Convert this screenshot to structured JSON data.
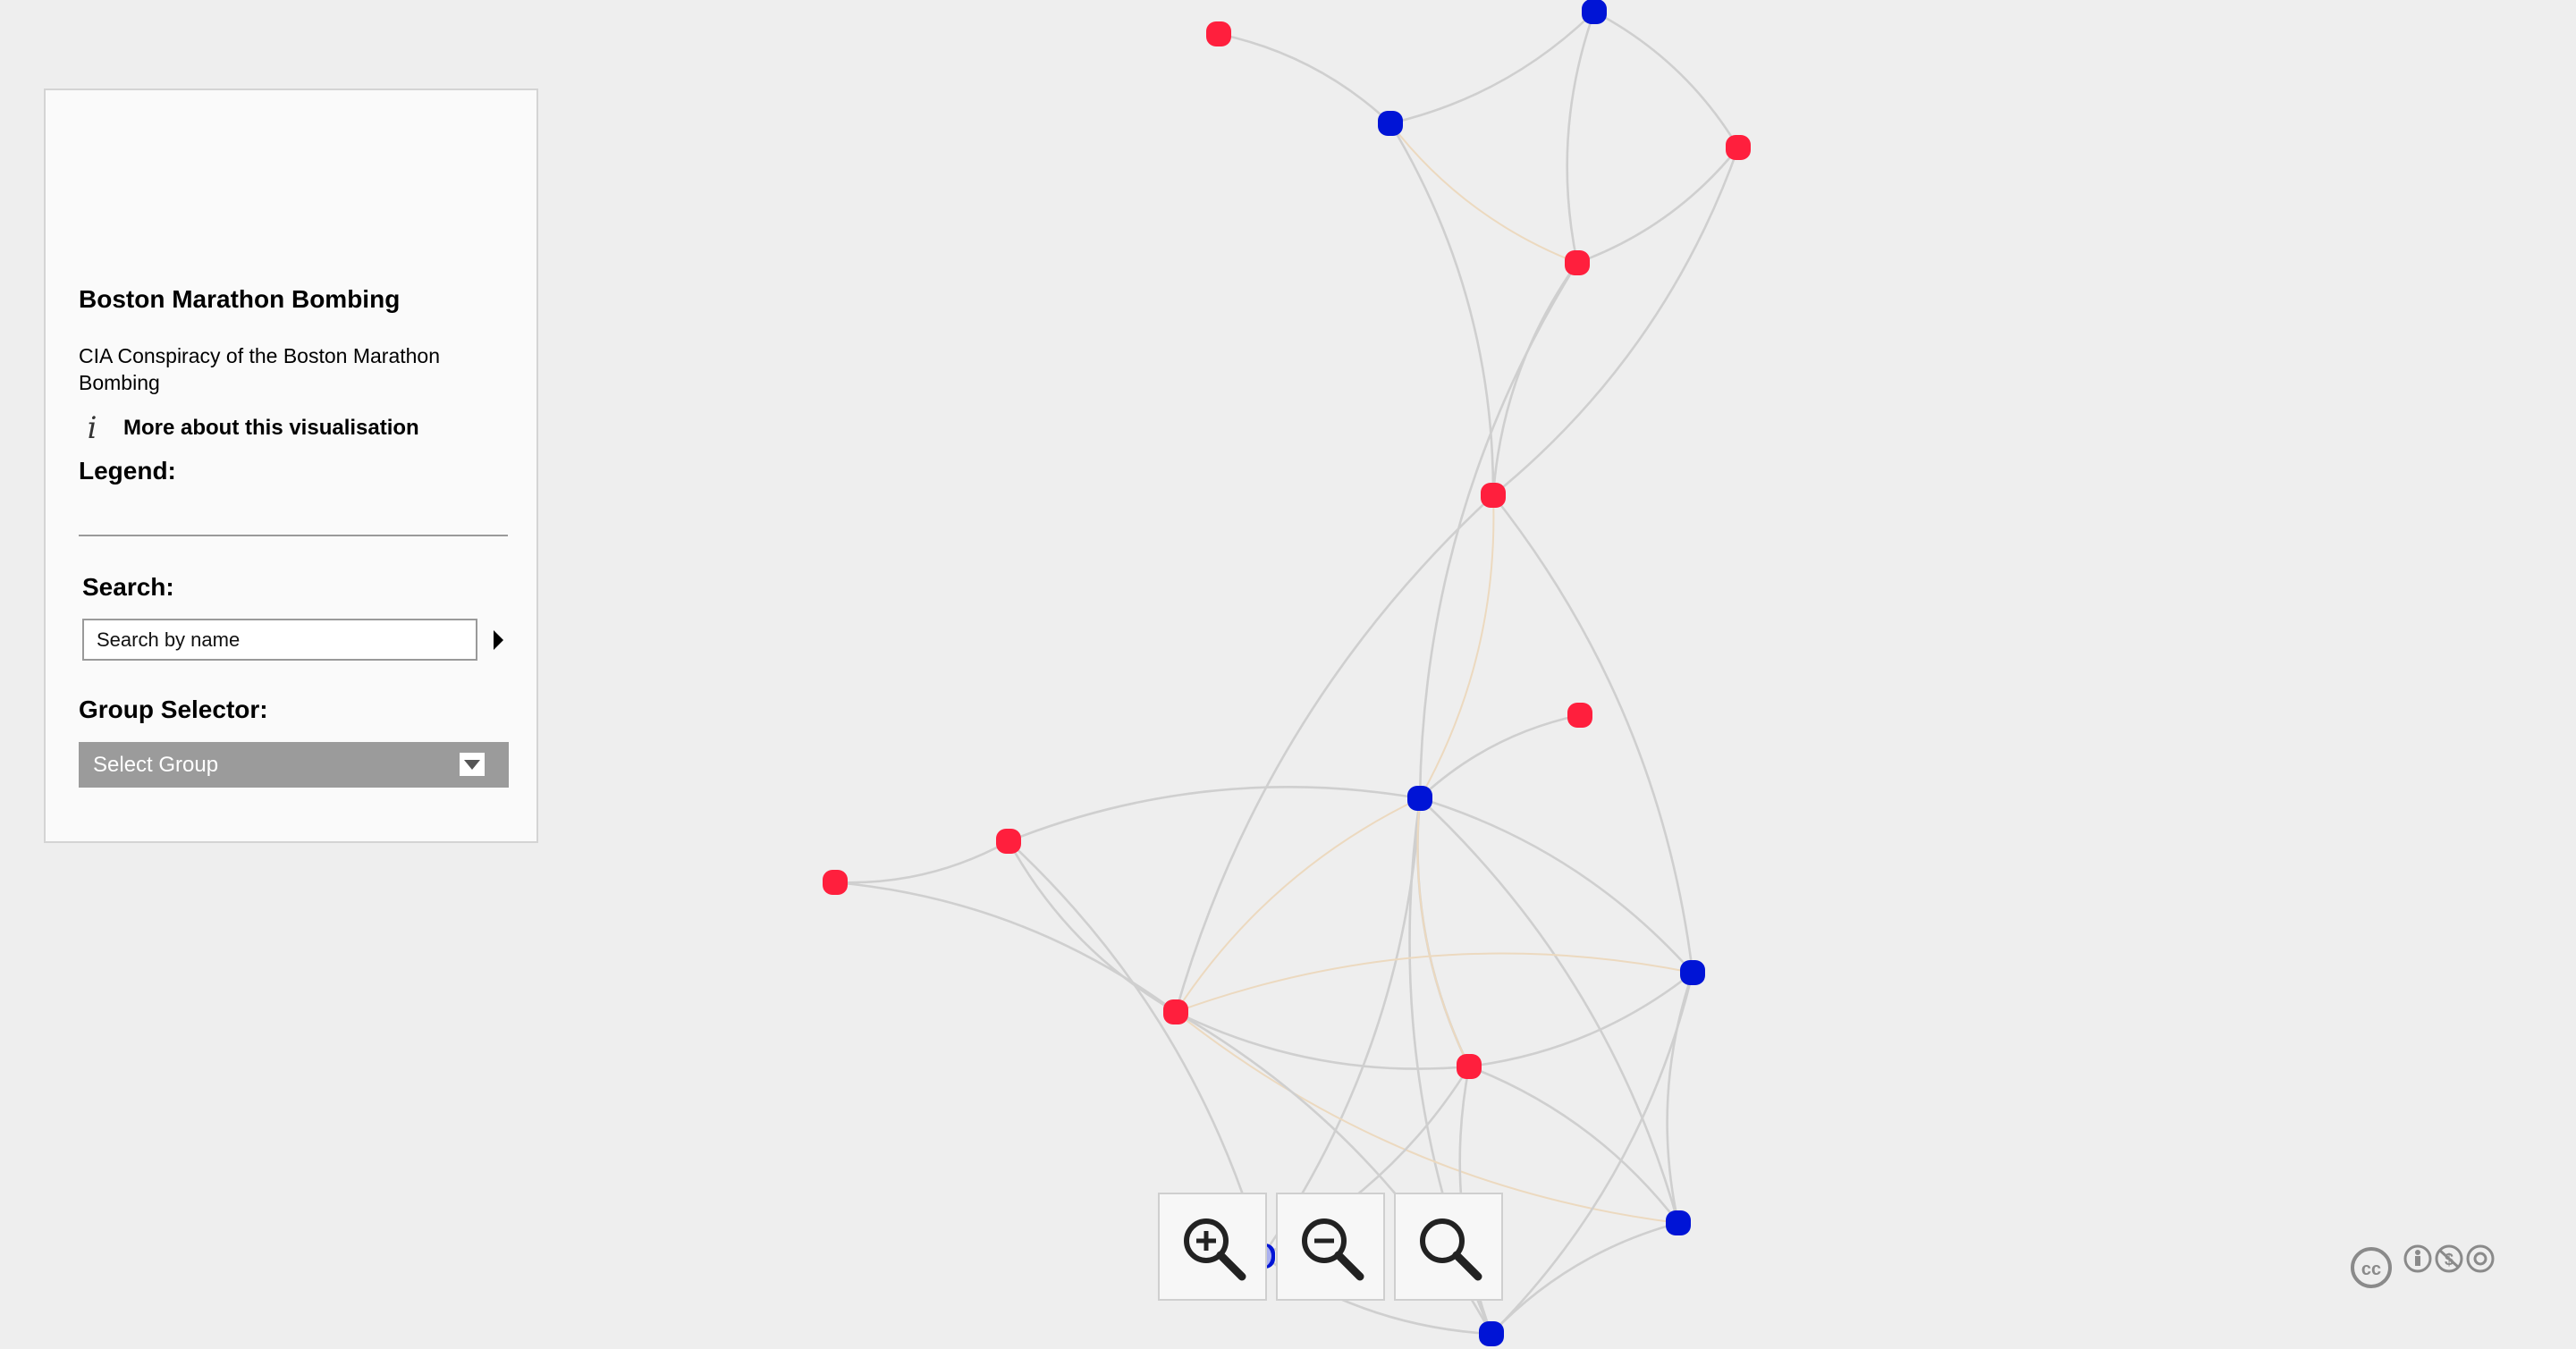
{
  "panel": {
    "title": "Boston Marathon Bombing",
    "subtitle": "CIA Conspiracy of the Boston Marathon Bombing",
    "about_icon": "info-icon",
    "about_label": "More about this visualisation",
    "legend_label": "Legend:",
    "search_label": "Search:",
    "search_placeholder": "Search by name",
    "group_label": "Group Selector:",
    "group_selected": "Select Group"
  },
  "zoom_controls": [
    {
      "name": "zoom-in",
      "icon": "zoom-in-icon"
    },
    {
      "name": "zoom-out",
      "icon": "zoom-out-icon"
    },
    {
      "name": "zoom-reset",
      "icon": "zoom-reset-icon"
    }
  ],
  "license": {
    "icon": "creative-commons-icon"
  },
  "colors": {
    "background": "#eeeeee",
    "node_red": "#ff1f3d",
    "node_blue": "#0014d6",
    "node_selected": "#a9b0f0",
    "edge": "#cfcfcf",
    "edge_warm": "#ecd9bf"
  },
  "graph": {
    "nodes": [
      {
        "id": "r1",
        "group": "red"
      },
      {
        "id": "b1",
        "group": "blue"
      },
      {
        "id": "b2",
        "group": "blue"
      },
      {
        "id": "r2",
        "group": "red"
      },
      {
        "id": "r3",
        "group": "red"
      },
      {
        "id": "r4",
        "group": "red"
      },
      {
        "id": "r5",
        "group": "red"
      },
      {
        "id": "b3",
        "group": "blue"
      },
      {
        "id": "r6",
        "group": "red"
      },
      {
        "id": "r7",
        "group": "red"
      },
      {
        "id": "r8",
        "group": "red"
      },
      {
        "id": "b4",
        "group": "blue"
      },
      {
        "id": "r9",
        "group": "red"
      },
      {
        "id": "b5",
        "group": "blue"
      },
      {
        "id": "b6",
        "group": "blue"
      },
      {
        "id": "b7",
        "group": "blue"
      }
    ],
    "edges": [
      {
        "source": "r1",
        "target": "b2",
        "warm": false
      },
      {
        "source": "b2",
        "target": "b1",
        "warm": false
      },
      {
        "source": "b1",
        "target": "r2",
        "warm": false
      },
      {
        "source": "b1",
        "target": "r3",
        "warm": false
      },
      {
        "source": "r2",
        "target": "r3",
        "warm": false
      },
      {
        "source": "b2",
        "target": "r3",
        "warm": true
      },
      {
        "source": "b2",
        "target": "r4",
        "warm": false
      },
      {
        "source": "r3",
        "target": "r4",
        "warm": false
      },
      {
        "source": "r2",
        "target": "r4",
        "warm": false
      },
      {
        "source": "r3",
        "target": "b3",
        "warm": false
      },
      {
        "source": "r4",
        "target": "b3",
        "warm": true
      },
      {
        "source": "r4",
        "target": "r8",
        "warm": false
      },
      {
        "source": "r4",
        "target": "b4",
        "warm": false
      },
      {
        "source": "r5",
        "target": "b3",
        "warm": false
      },
      {
        "source": "r6",
        "target": "b3",
        "warm": false
      },
      {
        "source": "r7",
        "target": "r6",
        "warm": false
      },
      {
        "source": "r7",
        "target": "r8",
        "warm": false
      },
      {
        "source": "r6",
        "target": "r8",
        "warm": false
      },
      {
        "source": "r6",
        "target": "b7",
        "warm": false
      },
      {
        "source": "b3",
        "target": "r8",
        "warm": true
      },
      {
        "source": "b3",
        "target": "b4",
        "warm": false
      },
      {
        "source": "b3",
        "target": "r9",
        "warm": false
      },
      {
        "source": "b3",
        "target": "b5",
        "warm": false
      },
      {
        "source": "b3",
        "target": "b6",
        "warm": false
      },
      {
        "source": "b3",
        "target": "b7",
        "warm": false
      },
      {
        "source": "r8",
        "target": "r9",
        "warm": false
      },
      {
        "source": "r8",
        "target": "b4",
        "warm": true
      },
      {
        "source": "r8",
        "target": "b5",
        "warm": true
      },
      {
        "source": "r8",
        "target": "b6",
        "warm": false
      },
      {
        "source": "r9",
        "target": "b4",
        "warm": false
      },
      {
        "source": "r9",
        "target": "b5",
        "warm": false
      },
      {
        "source": "r9",
        "target": "b6",
        "warm": false
      },
      {
        "source": "r9",
        "target": "b7",
        "warm": false
      },
      {
        "source": "b4",
        "target": "b5",
        "warm": false
      },
      {
        "source": "b4",
        "target": "b6",
        "warm": false
      },
      {
        "source": "b5",
        "target": "b6",
        "warm": false
      },
      {
        "source": "b6",
        "target": "b7",
        "warm": false
      },
      {
        "source": "b3",
        "target": "r9",
        "warm": true
      }
    ]
  }
}
